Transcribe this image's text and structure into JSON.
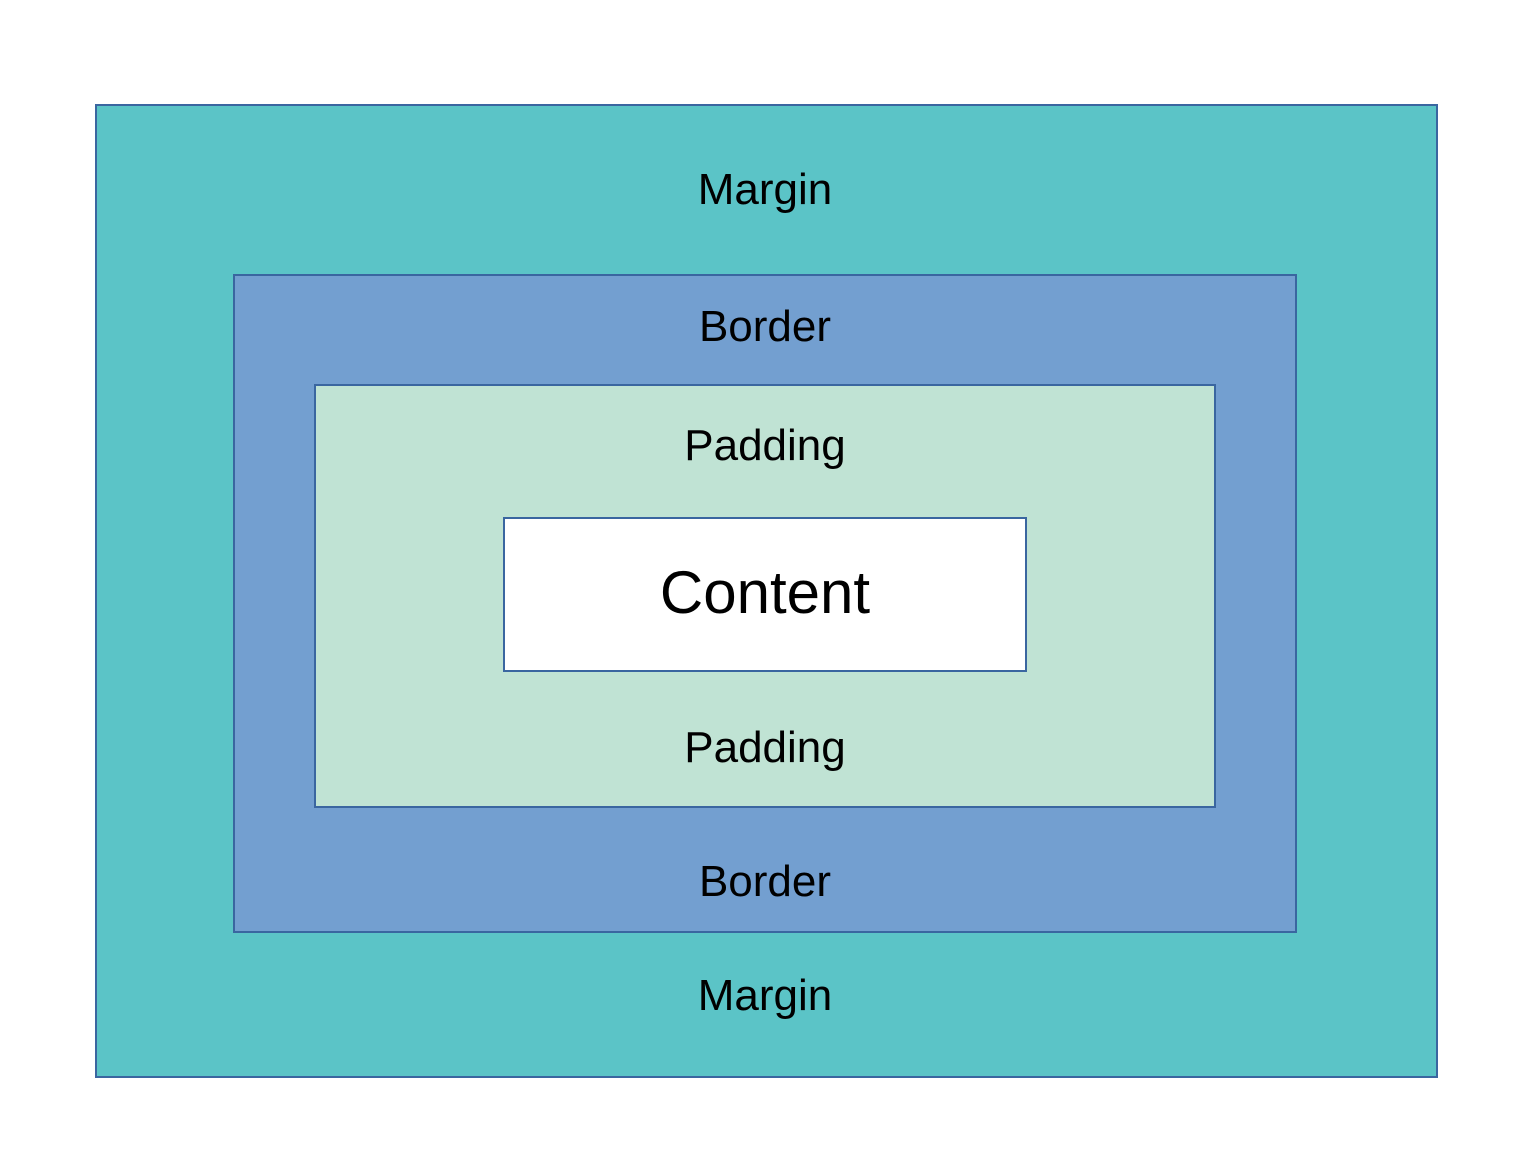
{
  "diagram": {
    "layers": {
      "margin": {
        "top_label": "Margin",
        "bottom_label": "Margin",
        "color": "#5bc4c7"
      },
      "border": {
        "top_label": "Border",
        "bottom_label": "Border",
        "color": "#739fd0"
      },
      "padding": {
        "top_label": "Padding",
        "bottom_label": "Padding",
        "color": "#c0e3d4"
      },
      "content": {
        "label": "Content",
        "color": "#ffffff"
      }
    },
    "outline_color": "#3a66a0"
  }
}
